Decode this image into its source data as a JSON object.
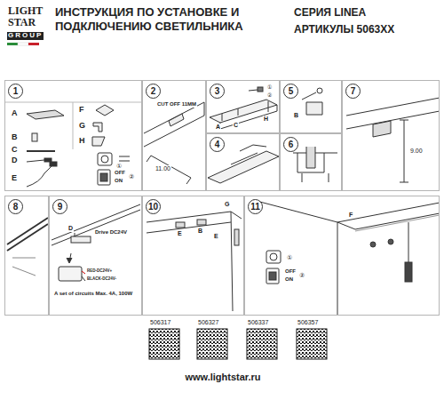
{
  "diagram": {
    "title": "ИНСТРУКЦИЯ ПО УСТАНОВКЕ И ПОДКЛЮЧЕНИЮ СВЕТИЛЬНИКА",
    "nodes": [
      {
        "text": [
          "1"
        ]
      },
      {
        "text": [
          "2"
        ]
      },
      {
        "text": [
          "3"
        ]
      },
      {
        "text": [
          "4"
        ]
      },
      {
        "text": [
          "5"
        ]
      },
      {
        "text": [
          "6"
        ]
      },
      {
        "text": [
          "7"
        ]
      },
      {
        "text": [
          "8"
        ]
      },
      {
        "text": [
          "9"
        ]
      },
      {
        "text": [
          "10"
        ]
      },
      {
        "text": [
          "11"
        ]
      }
    ],
    "labels": [
      "LIGHT STAR",
      "GROUP",
      "СЕРИЯ LINEA",
      "АРТИКУЛЫ 5063XX",
      "A",
      "B",
      "C",
      "D",
      "E",
      "F",
      "G",
      "H",
      "①",
      "OFF",
      "ON",
      "②",
      "CUT OFF 11MM",
      "11.00",
      "①",
      "②",
      "A",
      "C",
      "H",
      "B",
      "9.00",
      "D",
      "Drive DC24V",
      "RED-DC24V+",
      "BLACK-DC24V-",
      "A set of circuits Max. 4A, 100W",
      "G",
      "E",
      "B",
      "E",
      "F",
      "①",
      "OFF",
      "ON",
      "②",
      "506317",
      "506327",
      "506337",
      "506357",
      "www.lightstar.ru"
    ]
  }
}
